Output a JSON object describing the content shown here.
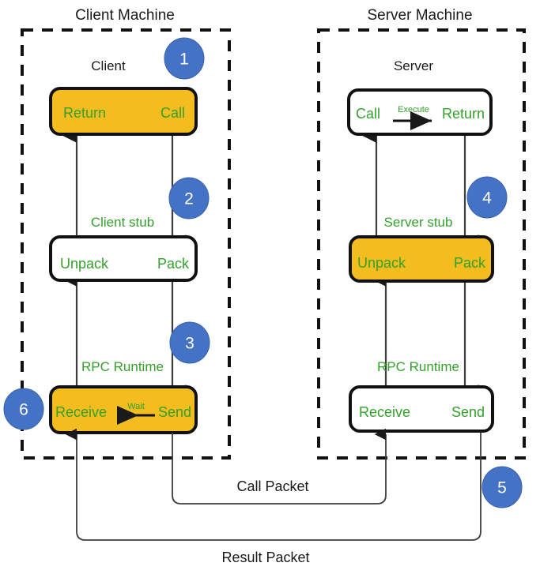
{
  "diagram": {
    "title_client": "Client Machine",
    "title_server": "Server Machine",
    "colors": {
      "badge_blue": "#4472c4",
      "box_yellow": "#f3bd1f",
      "label_green": "#34a02c",
      "outline_black": "#111111",
      "text_black": "#1a1a1a"
    },
    "client": {
      "role": "Client",
      "layers": {
        "stub": "Client stub",
        "runtime": "RPC Runtime"
      },
      "boxes": {
        "app": {
          "left": "Return",
          "right": "Call",
          "fill": "yellow"
        },
        "stub": {
          "left": "Unpack",
          "right": "Pack",
          "fill": "white"
        },
        "runtime": {
          "left": "Receive",
          "right": "Send",
          "middle": "Wait",
          "fill": "yellow"
        }
      }
    },
    "server": {
      "role": "Server",
      "layers": {
        "stub": "Server stub",
        "runtime": "RPC Runtime"
      },
      "boxes": {
        "app": {
          "left": "Call",
          "right": "Return",
          "middle": "Execute",
          "fill": "white"
        },
        "stub": {
          "left": "Unpack",
          "right": "Pack",
          "fill": "yellow"
        },
        "runtime": {
          "left": "Receive",
          "right": "Send",
          "fill": "white"
        }
      }
    },
    "packets": {
      "call": "Call Packet",
      "result": "Result Packet"
    },
    "badges": [
      {
        "id": "badge-1",
        "label": "1"
      },
      {
        "id": "badge-2",
        "label": "2"
      },
      {
        "id": "badge-3",
        "label": "3"
      },
      {
        "id": "badge-4",
        "label": "4"
      },
      {
        "id": "badge-5",
        "label": "5"
      },
      {
        "id": "badge-6",
        "label": "6"
      }
    ]
  }
}
